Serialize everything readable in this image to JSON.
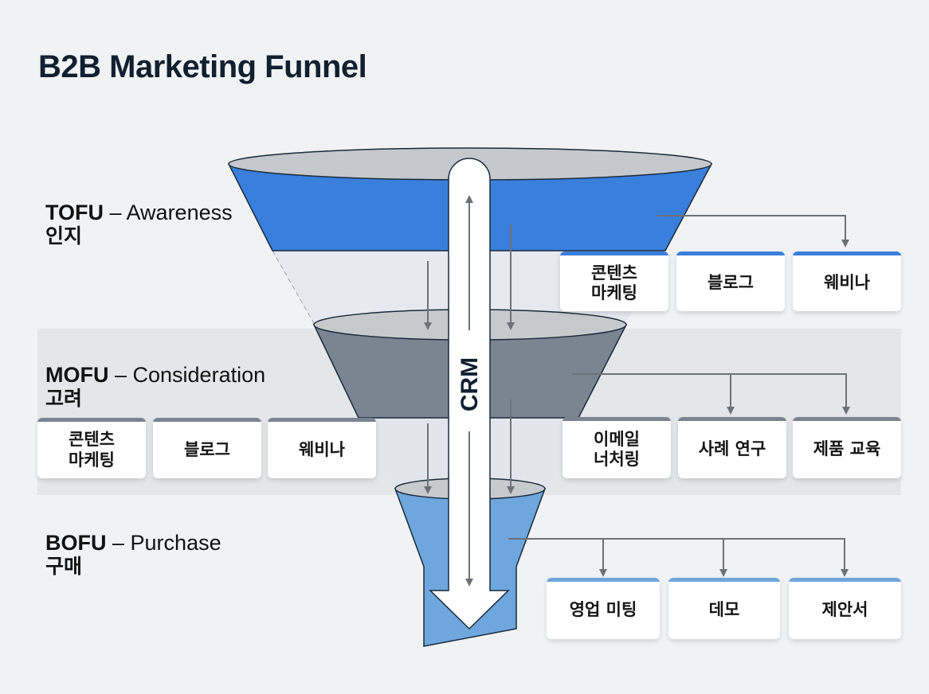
{
  "title": "B2B Marketing Funnel",
  "colors": {
    "tofu": "#3a7fdc",
    "mofu": "#7a8591",
    "bofu": "#6ea7dd",
    "outline": "#1a2b3c",
    "connector": "#6c7278"
  },
  "crm": {
    "label": "CRM"
  },
  "stages": [
    {
      "id": "tofu",
      "abbr": "TOFU",
      "name": "Awareness",
      "korean": "인지",
      "cards": [
        {
          "label": "콘텐츠\n마케팅"
        },
        {
          "label": "블로그"
        },
        {
          "label": "웨비나"
        }
      ]
    },
    {
      "id": "mofu",
      "abbr": "MOFU",
      "name": "Consideration",
      "korean": "고려",
      "left_cards": [
        {
          "label": "콘텐츠\n마케팅"
        },
        {
          "label": "블로그"
        },
        {
          "label": "웨비나"
        }
      ],
      "cards": [
        {
          "label": "이메일\n너처링"
        },
        {
          "label": "사례 연구"
        },
        {
          "label": "제품 교육"
        }
      ]
    },
    {
      "id": "bofu",
      "abbr": "BOFU",
      "name": "Purchase",
      "korean": "구매",
      "cards": [
        {
          "label": "영업 미팅"
        },
        {
          "label": "데모"
        },
        {
          "label": "제안서"
        }
      ]
    }
  ],
  "separator": " – "
}
